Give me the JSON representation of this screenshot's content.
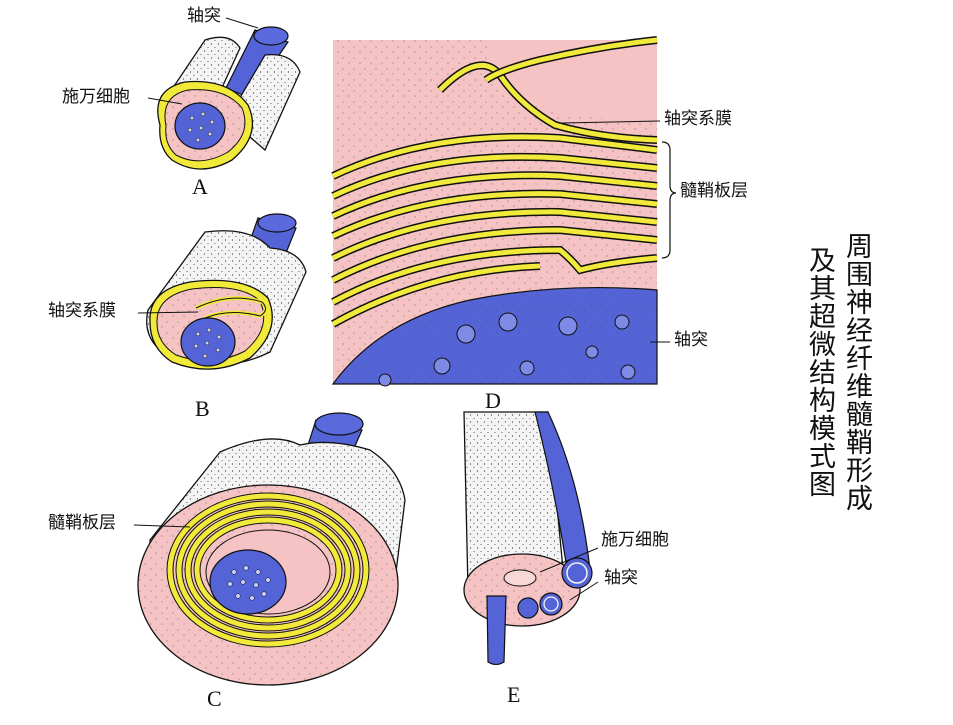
{
  "title": {
    "col1": "周围神经纤维髓鞘形成",
    "col2": "及其超微结构模式图"
  },
  "panels": {
    "a": "A",
    "b": "B",
    "c": "C",
    "d": "D",
    "e": "E"
  },
  "labels": {
    "a_axon": "轴突",
    "a_schwann": "施万细胞",
    "b_mesaxon": "轴突系膜",
    "c_lamellae": "髓鞘板层",
    "d_mesaxon": "轴突系膜",
    "d_lamellae": "髓鞘板层",
    "d_axon": "轴突",
    "e_schwann": "施万细胞",
    "e_axon": "轴突"
  },
  "colors": {
    "myelin_yellow": "#f2ea3a",
    "cytoplasm_pink": "#f5c3c3",
    "axon_blue": "#5463d6",
    "membrane_white": "#f4f4f4",
    "outline": "#111111"
  }
}
